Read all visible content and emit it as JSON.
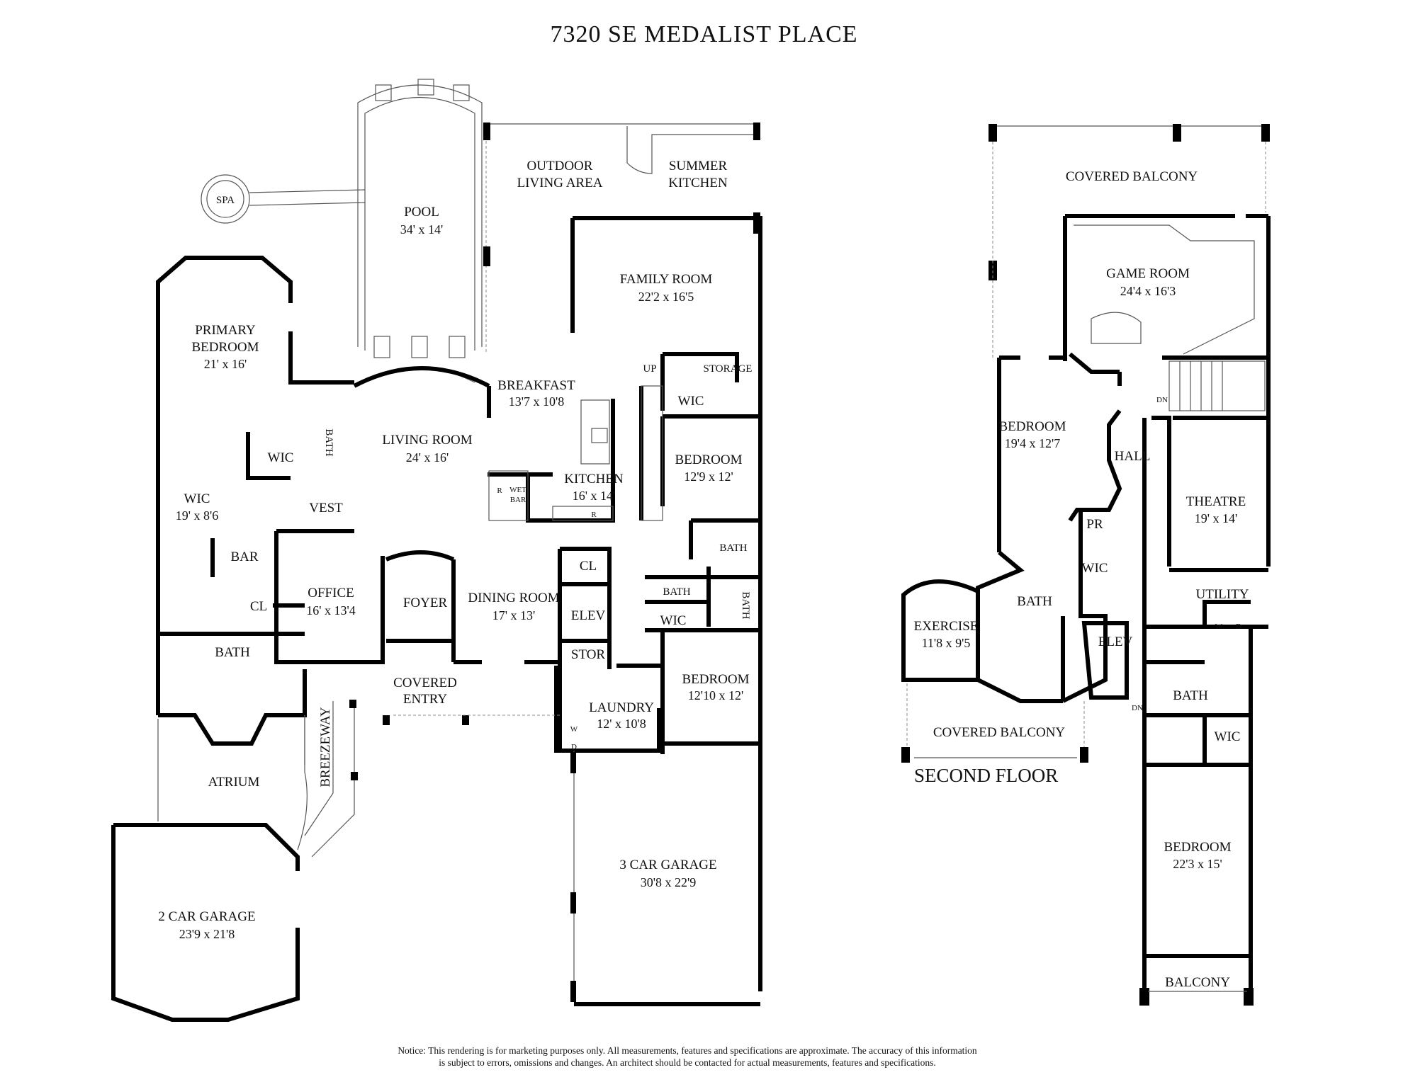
{
  "title": "7320 SE MEDALIST PLACE",
  "notice": {
    "line1": "Notice: This rendering is for marketing purposes only. All measurements, features and specifications are approximate. The accuracy of this information",
    "line2": "is subject to errors, omissions and changes. An architect should be contacted for actual measurements, features and specifications."
  },
  "second_floor_label": "SECOND FLOOR",
  "first_floor": {
    "spa": "SPA",
    "pool": {
      "name": "POOL",
      "dim": "34' x 14'"
    },
    "outdoor_living": {
      "line1": "OUTDOOR",
      "line2": "LIVING AREA"
    },
    "summer_kitchen": {
      "line1": "SUMMER",
      "line2": "KITCHEN"
    },
    "family_room": {
      "name": "FAMILY ROOM",
      "dim": "22'2 x 16'5"
    },
    "primary_bedroom": {
      "line1": "PRIMARY",
      "line2": "BEDROOM",
      "dim": "21' x 16'"
    },
    "up": "UP",
    "storage": "STORAGE",
    "breakfast": {
      "name": "BREAKFAST",
      "dim": "13'7 x 10'8"
    },
    "wic_hall": "WIC",
    "living_room": {
      "name": "LIVING ROOM",
      "dim": "24' x 16'"
    },
    "bath_primary_hall": "BATH",
    "wic_primary": "WIC",
    "bedroom_a": {
      "name": "BEDROOM",
      "dim": "12'9 x 12'"
    },
    "wic_large": {
      "name": "WIC",
      "dim": "19' x 8'6"
    },
    "kitchen": {
      "name": "KITCHEN",
      "dim": "16' x 14'"
    },
    "wet_bar": {
      "line1": "WET",
      "line2": "BAR"
    },
    "r1": "R",
    "r2": "R",
    "vest": "VEST",
    "bar": "BAR",
    "bath_a": "BATH",
    "cl_dining": "CL",
    "bath_b": "BATH",
    "bath_c": "BATH",
    "office": {
      "name": "OFFICE",
      "dim": "16' x 13'4"
    },
    "cl_office": "CL",
    "foyer": "FOYER",
    "dining_room": {
      "name": "DINING ROOM",
      "dim": "17' x 13'"
    },
    "elev": "ELEV",
    "wic_bed": "WIC",
    "bath_primary": "BATH",
    "stor": "STOR",
    "bedroom_b": {
      "name": "BEDROOM",
      "dim": "12'10 x 12'"
    },
    "covered_entry": {
      "line1": "COVERED",
      "line2": "ENTRY"
    },
    "laundry": {
      "name": "LAUNDRY",
      "dim": "12' x 10'8"
    },
    "w": "W",
    "d": "D",
    "breezeway": "BREEZEWAY",
    "atrium": "ATRIUM",
    "garage3": {
      "name": "3 CAR GARAGE",
      "dim": "30'8 x 22'9"
    },
    "garage2": {
      "name": "2 CAR GARAGE",
      "dim": "23'9 x 21'8"
    }
  },
  "second_floor": {
    "covered_balcony_top": "COVERED BALCONY",
    "game_room": {
      "name": "GAME ROOM",
      "dim": "24'4 x 16'3"
    },
    "dn1": "DN",
    "bedroom_a": {
      "name": "BEDROOM",
      "dim": "19'4 x 12'7"
    },
    "hall": "HALL",
    "theatre": {
      "name": "THEATRE",
      "dim": "19' x 14'"
    },
    "pr": "PR",
    "wic_a": "WIC",
    "utility": "UTILITY",
    "w": "W",
    "d": "D",
    "bath_a": "BATH",
    "exercise": {
      "name": "EXERCISE",
      "dim": "11'8 x 9'5"
    },
    "elev": "ELEV",
    "dn2": "DN",
    "bath_b": "BATH",
    "covered_balcony_bottom": "COVERED BALCONY",
    "wic_b": "WIC",
    "bedroom_b": {
      "name": "BEDROOM",
      "dim": "22'3 x 15'"
    },
    "balcony": "BALCONY"
  }
}
